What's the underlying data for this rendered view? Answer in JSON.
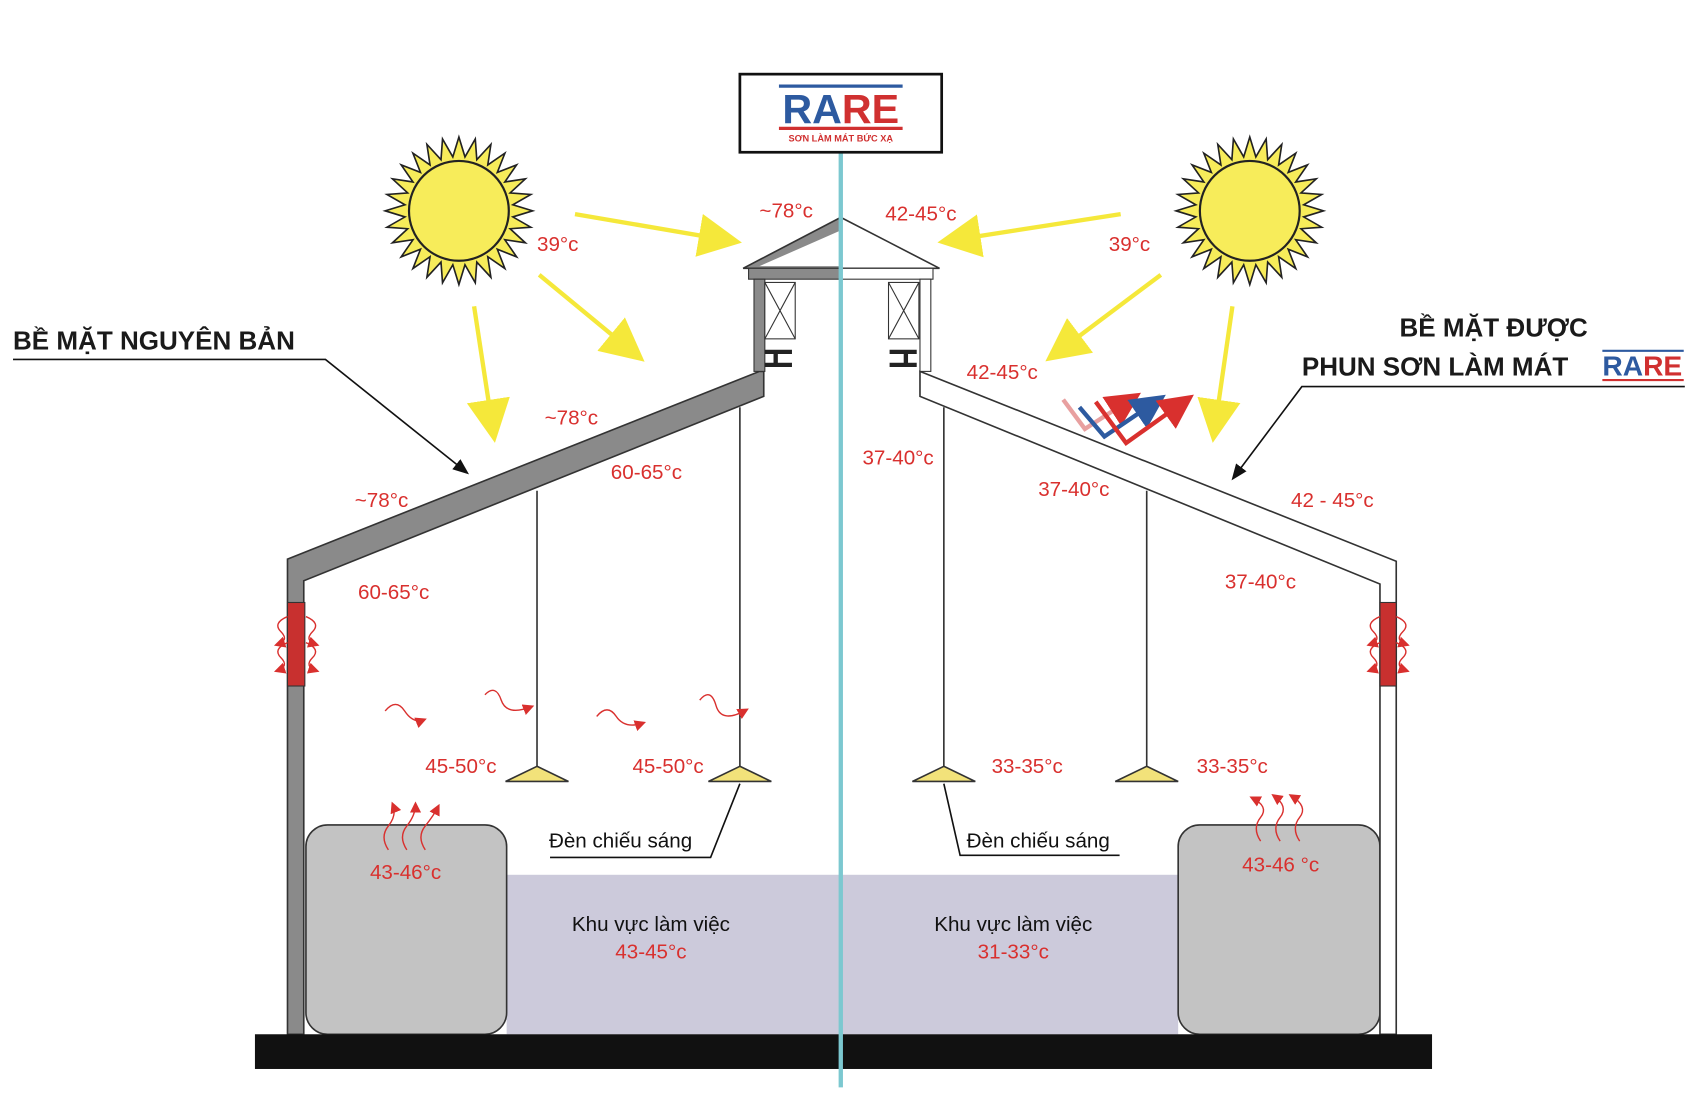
{
  "logo": {
    "rare_blue": "RA",
    "rare_red": "RE",
    "subtitle": "SƠN LÀM MÁT BỨC XẠ"
  },
  "left": {
    "heading": "BỀ MẶT NGUYÊN BẢN",
    "temps": {
      "cupola": "~78°c",
      "air": "39°c",
      "roof_top": "~78°c",
      "roof_under": "60-65°c",
      "roof_low": "~78°c",
      "wall_inside": "60-65°c",
      "lamp1": "45-50°c",
      "lamp2": "45-50°c",
      "machine": "43-46°c",
      "work_area": "43-45°c"
    },
    "lamp_label": "Đèn chiếu sáng",
    "work_area_label": "Khu vực làm việc"
  },
  "right": {
    "heading_line1": "BỀ MẶT ĐƯỢC",
    "heading_line2": "PHUN SƠN LÀM MÁT",
    "heading_brand_blue": "RA",
    "heading_brand_red": "RE",
    "temps": {
      "cupola": "42-45°c",
      "air": "39°c",
      "roof_top": "42-45°c",
      "under_ridge": "37-40°c",
      "roof_under": "37-40°c",
      "roof_low": "42 - 45°c",
      "wall_inside": "37-40°c",
      "lamp1": "33-35°c",
      "lamp2": "33-35°c",
      "machine": "43-46 °c",
      "work_area": "31-33°c"
    },
    "lamp_label": "Đèn chiếu sáng",
    "work_area_label": "Khu vực làm việc"
  },
  "colors": {
    "red": "#d9302e",
    "blue": "#2d5aa0",
    "sun": "#f7ec5a",
    "divider": "#7cc8d0",
    "work_area": "#cccadb"
  }
}
